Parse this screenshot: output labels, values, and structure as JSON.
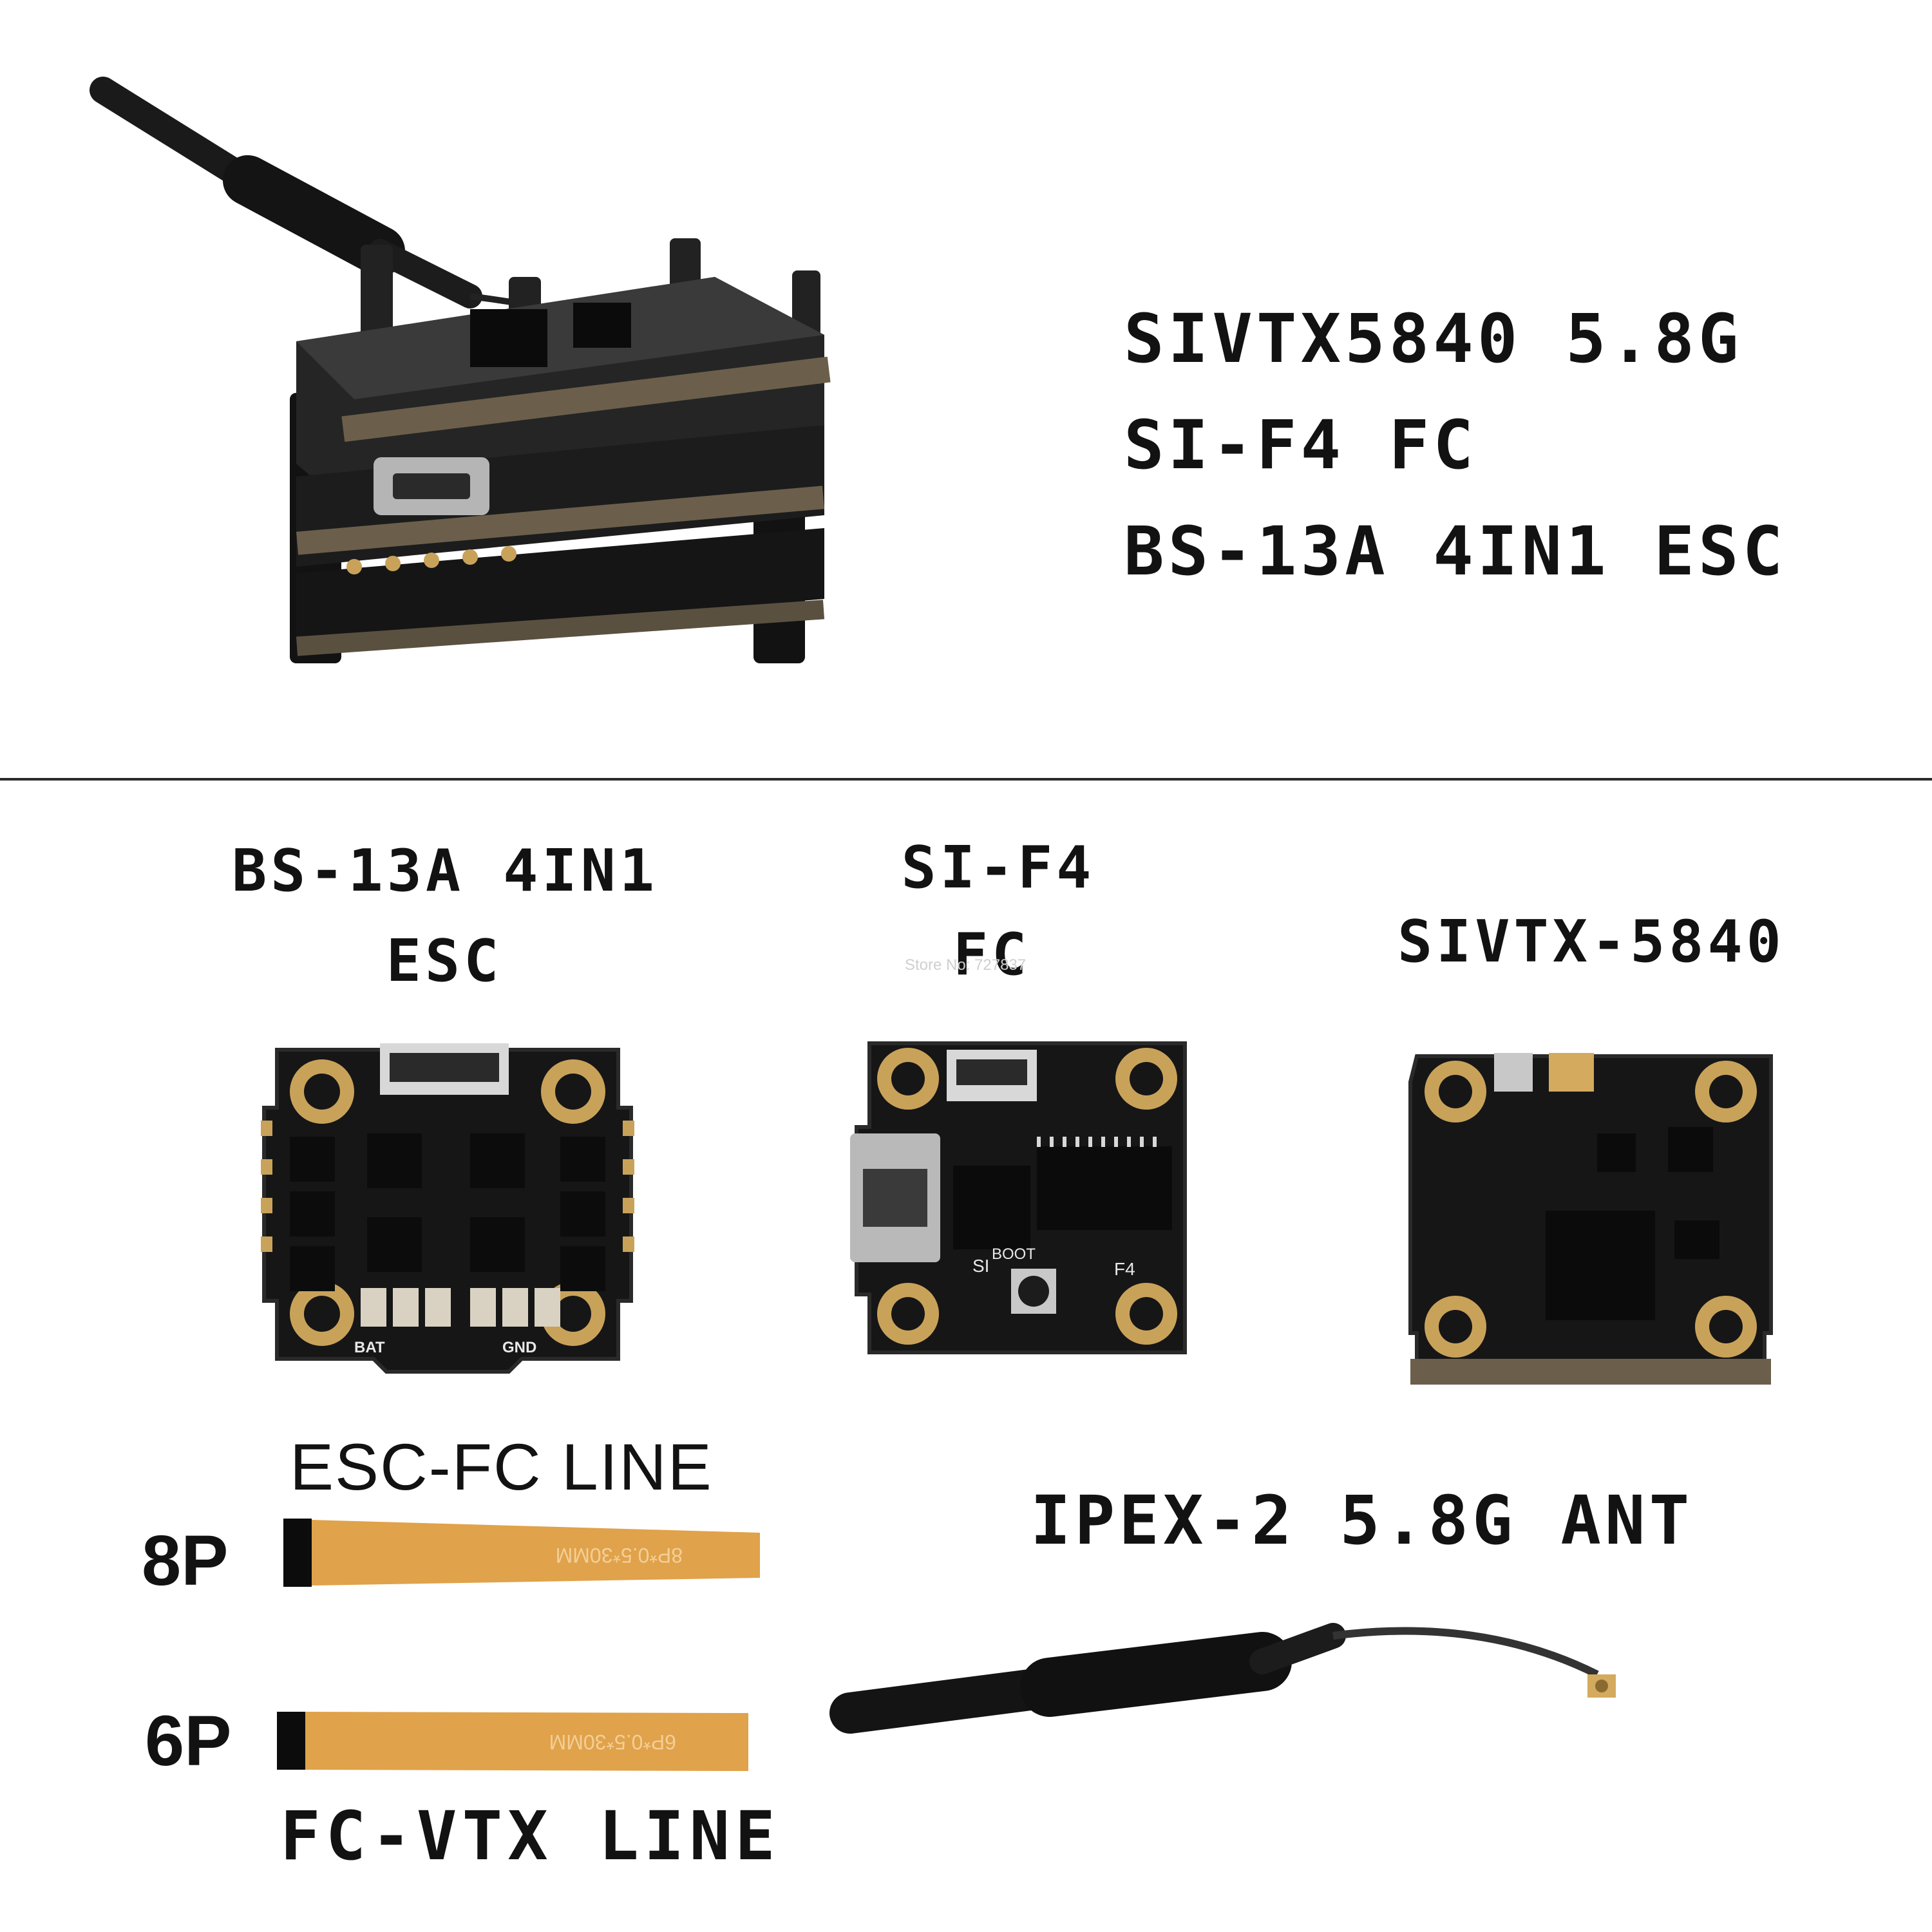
{
  "hero": {
    "line1": "SIVTX5840 5.8G",
    "line2": "SI-F4 FC",
    "line3": "BS-13A 4IN1 ESC"
  },
  "parts": {
    "esc_label_1": "BS-13A 4IN1",
    "esc_label_2": "ESC",
    "fc_label_1": "SI-F4",
    "fc_label_2": "FC",
    "vtx_label": "SIVTX-5840",
    "esc_fc_line": "ESC-FC LINE",
    "fc_vtx_line": "FC-VTX LINE",
    "pin8": "8P",
    "pin6": "6P",
    "antenna": "IPEX-2 5.8G ANT",
    "watermark": "Store No: 727837"
  },
  "silkscreen": {
    "esc_bat": "BAT",
    "esc_gnd": "GND",
    "fc_boot": "BOOT",
    "fc_f4": "F4",
    "fc_si": "SI",
    "cable8": "8P*0.5*30MM",
    "cable6": "6P*0.5*30MM"
  },
  "colors": {
    "pcb": "#161616",
    "gold": "#c9a25a",
    "flex": "#e0a24a",
    "text": "#121212"
  }
}
